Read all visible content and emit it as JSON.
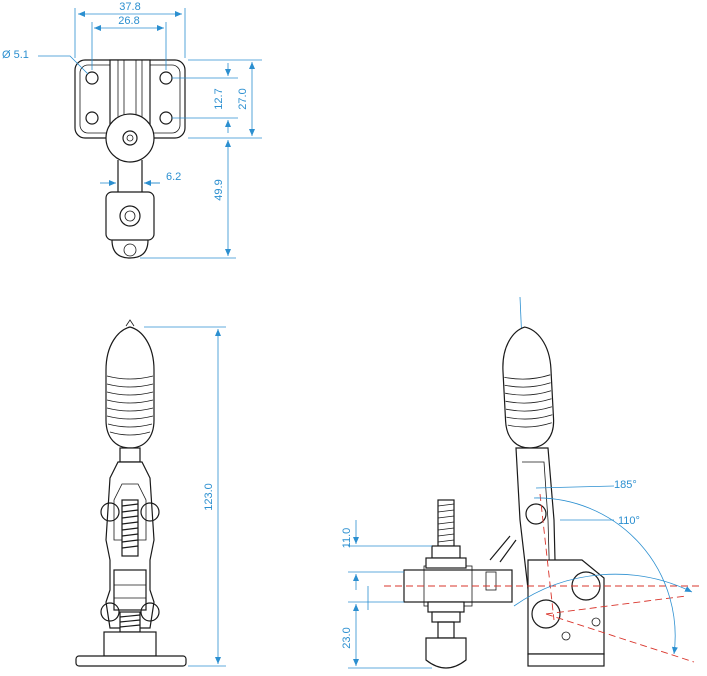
{
  "top_view": {
    "overall_width": "37.8",
    "hole_spacing": "26.8",
    "hole_diameter": "Ø 5.1",
    "mount_spacing": "12.7",
    "base_depth": "27.0",
    "spindle_offset": "49.9",
    "arm_width": "6.2"
  },
  "front_view": {
    "overall_height": "123.0"
  },
  "side_view": {
    "spindle_block": "11.0",
    "spindle_height": "23.0",
    "open_angle": "185°",
    "release_angle": "110°"
  },
  "colors": {
    "dimension": "#2b8fd0",
    "linework": "#1a1a1a",
    "centerline": "#d9342b"
  }
}
